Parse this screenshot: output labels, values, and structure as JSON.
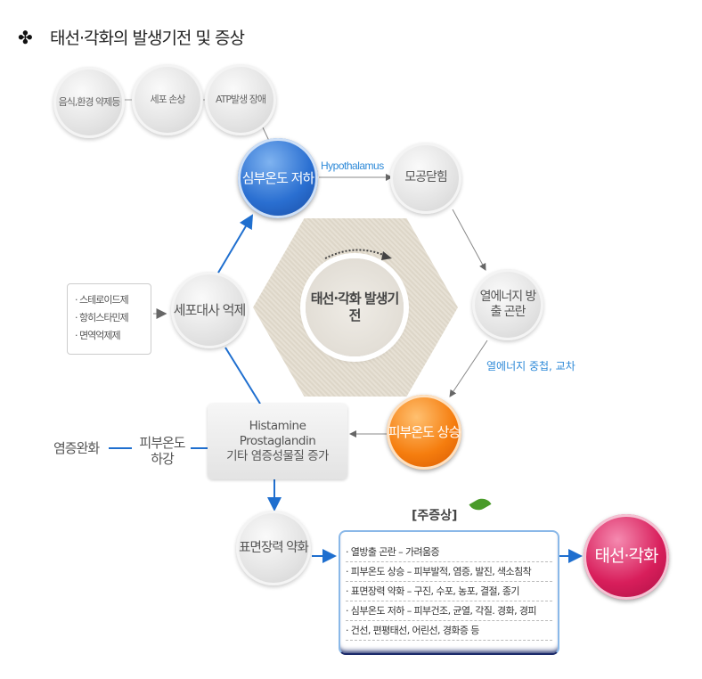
{
  "title": "태선·각화의 발생기전 및 증상",
  "nodes": {
    "food": "음식,환경 약제등",
    "cell_damage": "세포 손상",
    "atp": "ATP발생 장애",
    "core_temp": "심부온도 저하",
    "pore": "모공닫힘",
    "heat": "열에너지 방출 곤란",
    "skin_up": "피부온도 상승",
    "histamine": [
      "Histamine",
      "Prostaglandin",
      "기타 염증성물질 증가"
    ],
    "metab": "세포대사 억제",
    "surface": "표면장력 약화",
    "center": "태선·각화 발생기전",
    "result": "태선·각화",
    "skin_down": "피부온도 하강",
    "relief": "염증완화"
  },
  "labels": {
    "hypothalamus": "Hypothalamus",
    "heat_overlap": "열에너지 중첩, 교차",
    "symptoms_heading": "[주증상]"
  },
  "drugs": [
    "· 스테로이드제",
    "· 항히스타민제",
    "· 면역억제제"
  ],
  "symptoms": [
    "· 열방출 곤란 – 가려움증",
    "· 피부온도 상승 – 피부발적, 염증, 발진, 색소침착",
    "· 표면장력 약화  – 구진, 수포, 농포, 결절, 종기",
    "· 심부온도 저하 – 피부건조, 균열, 각질. 경화, 경피",
    "· 건선,  편평태선,  어린선,  경화증 등"
  ]
}
